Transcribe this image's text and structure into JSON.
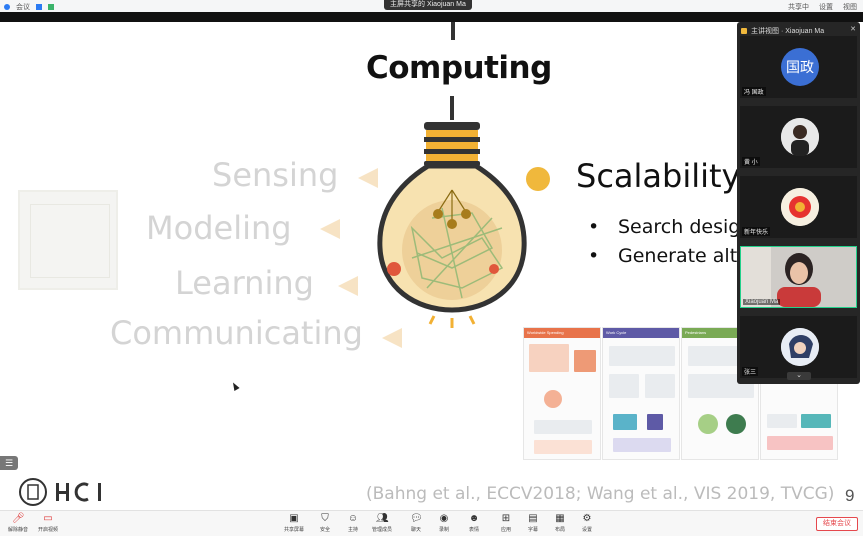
{
  "topbar": {
    "app_label": "会议",
    "meeting_title": "主屏共享的 Xiaojuan Ma",
    "right_items": [
      "共享中",
      "设置",
      "视图"
    ]
  },
  "slide": {
    "title": "Computing",
    "faded_items": [
      "Sensing",
      "Modeling",
      "Learning",
      "Communicating"
    ],
    "scalability": "Scalability",
    "bullets": [
      "Search desig",
      "Generate alt"
    ],
    "bullet_char": "•",
    "citation": "(Bahng et al., ECCV2018; Wang et al., VIS 2019, TVCG)",
    "page_number": "9",
    "thumb_titles": [
      "Worldwide Spending",
      "Work Cycle",
      "Pedestrians",
      "Heat"
    ],
    "thumb_colors": [
      "#e8734a",
      "#5e5aa6",
      "#7aaa55",
      "#e5686b"
    ]
  },
  "panel": {
    "title": "主讲视图 · Xiaojuan Ma",
    "tiles": [
      {
        "name": "冯 国政",
        "avatar_text": "国政",
        "avatar_color": "#3b6fd4"
      },
      {
        "name": "黄 小",
        "avatar_text": "",
        "avatar_color": "#f1f1f1"
      },
      {
        "name": "新年快乐",
        "avatar_text": "",
        "avatar_color": "#f7f0e0"
      },
      {
        "name": "Xiaojuan Ma",
        "avatar_text": "",
        "avatar_color": "#cc4444"
      },
      {
        "name": "张三",
        "avatar_text": "",
        "avatar_color": "#3a7bd5"
      }
    ]
  },
  "toolbar": {
    "left_items": [
      {
        "icon": "mic-icon",
        "label": "解除静音"
      },
      {
        "icon": "video-icon",
        "label": "开启视频"
      }
    ],
    "center_items": [
      {
        "icon": "share-screen-icon",
        "label": "共享屏幕"
      },
      {
        "icon": "security-icon",
        "label": "安全"
      },
      {
        "icon": "host-icon",
        "label": "主持"
      },
      {
        "icon": "participants-icon",
        "label": "管理成员"
      },
      {
        "icon": "chat-icon",
        "label": "聊天"
      },
      {
        "icon": "record-icon",
        "label": "录制"
      },
      {
        "icon": "reaction-icon",
        "label": "表情"
      },
      {
        "icon": "apps-icon",
        "label": "应用"
      },
      {
        "icon": "subtitles-icon",
        "label": "字幕"
      },
      {
        "icon": "layout-icon",
        "label": "布局"
      },
      {
        "icon": "settings-icon",
        "label": "设置"
      }
    ],
    "end_button": "结束会议"
  }
}
